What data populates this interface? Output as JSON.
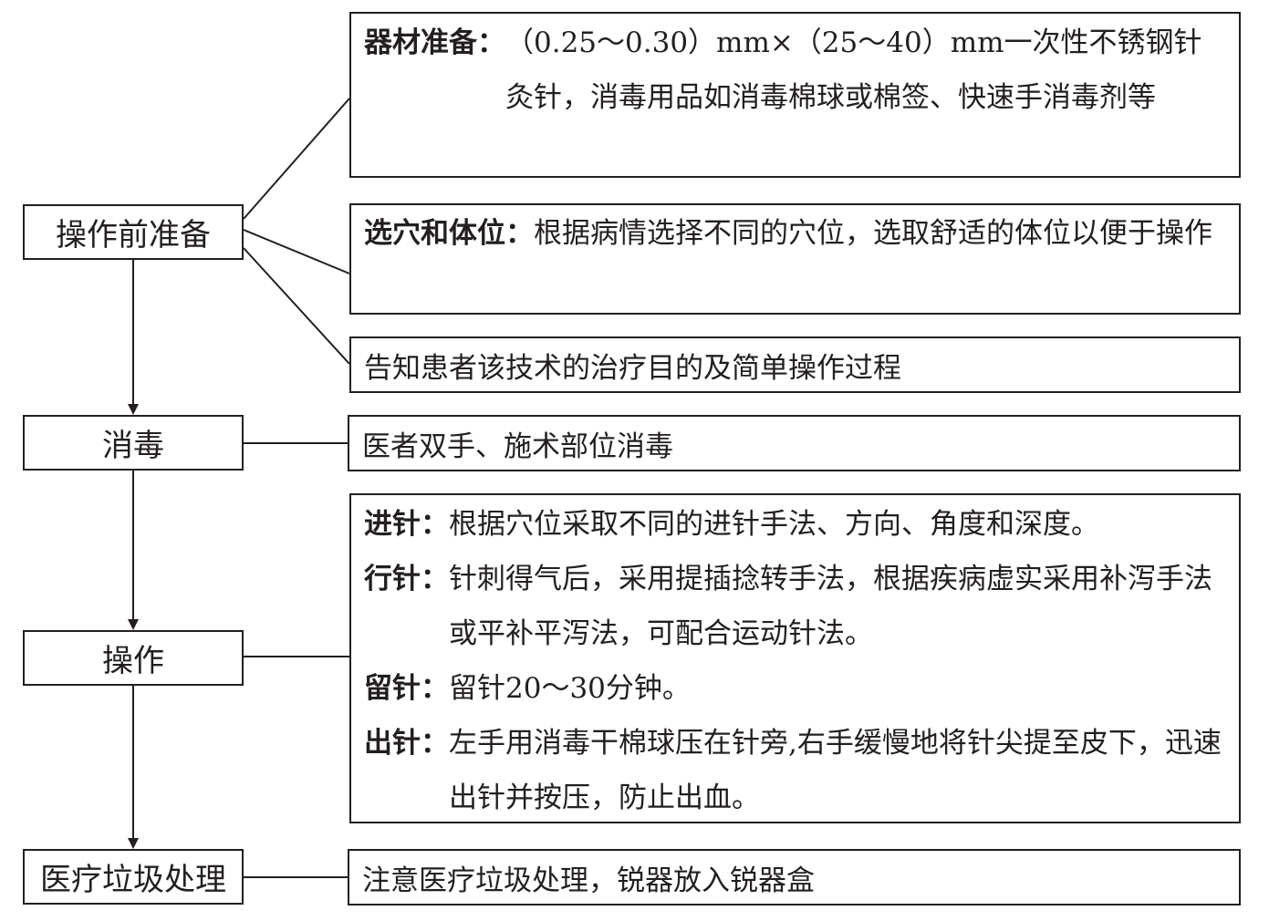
{
  "steps": {
    "prep": "操作前准备",
    "disinfect": "消毒",
    "operate": "操作",
    "waste": "医疗垃圾处理"
  },
  "details": {
    "equipment": {
      "label": "器材准备：",
      "text": "（0.25～0.30）mm×（25～40）mm一次性不锈钢针灸针，消毒用品如消毒棉球或棉签、快速手消毒剂等"
    },
    "acupoint": {
      "label": "选穴和体位：",
      "text": "根据病情选择不同的穴位，选取舒适的体位以便于操作"
    },
    "inform": "告知患者该技术的治疗目的及简单操作过程",
    "disinfect": "医者双手、施术部位消毒",
    "operation": [
      {
        "label": "进针：",
        "text": "根据穴位采取不同的进针手法、方向、角度和深度。"
      },
      {
        "label": "行针：",
        "text": "针刺得气后，采用提插捻转手法，根据疾病虚实采用补泻手法或平补平泻法，可配合运动针法。"
      },
      {
        "label": "留针：",
        "text": "留针20～30分钟。"
      },
      {
        "label": "出针：",
        "text": "左手用消毒干棉球压在针旁,右手缓慢地将针尖提至皮下，迅速出针并按压，防止出血。"
      }
    ],
    "waste": "注意医疗垃圾处理，锐器放入锐器盒"
  },
  "colors": {
    "line": "#231f20",
    "background": "#ffffff"
  }
}
